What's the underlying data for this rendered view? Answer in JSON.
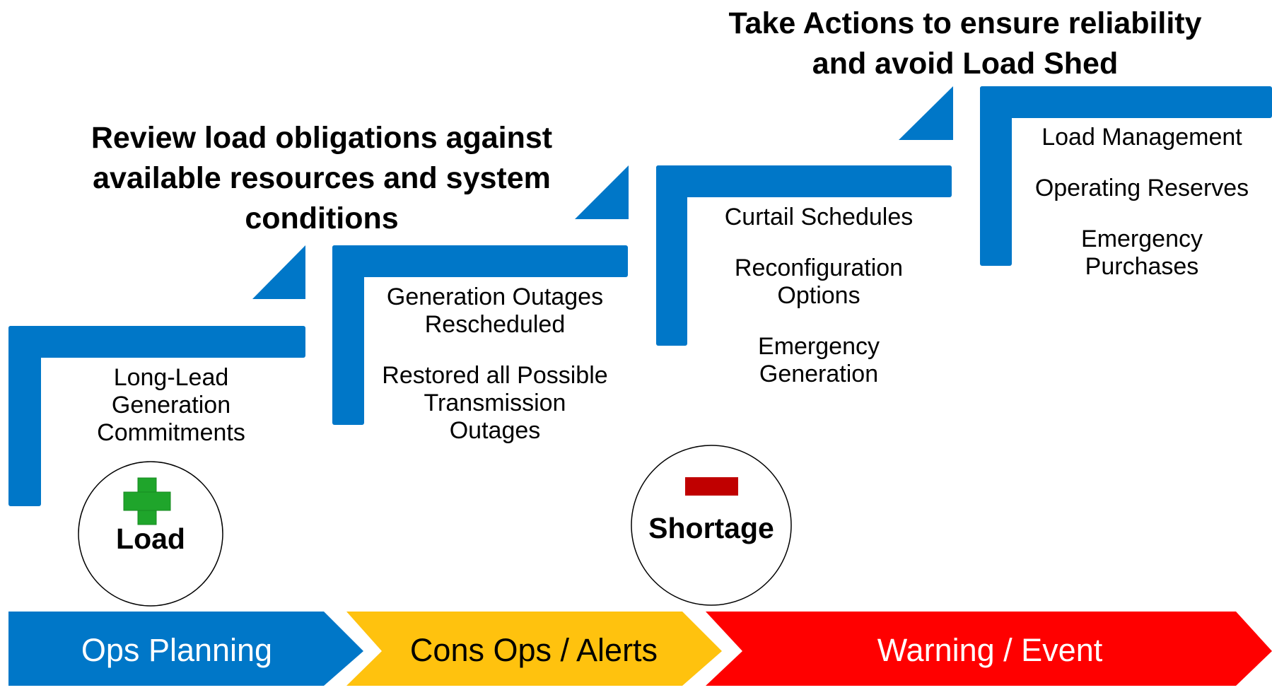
{
  "titles": {
    "review": [
      "Review  load obligations against",
      "available resources and system",
      "conditions"
    ],
    "take_actions": [
      "Take Actions to ensure reliability",
      "and avoid Load Shed"
    ]
  },
  "steps": [
    {
      "items": [
        [
          "Long-Lead",
          "Generation",
          "Commitments"
        ]
      ]
    },
    {
      "items": [
        [
          "Generation Outages",
          "Rescheduled"
        ],
        [
          "Restored all Possible",
          "Transmission",
          "Outages"
        ]
      ]
    },
    {
      "items": [
        [
          "Curtail Schedules"
        ],
        [
          "Reconfiguration",
          "Options"
        ],
        [
          "Emergency",
          "Generation"
        ]
      ]
    },
    {
      "items": [
        [
          "Load Management"
        ],
        [
          "Operating Reserves"
        ],
        [
          "Emergency",
          "Purchases"
        ]
      ]
    }
  ],
  "indicators": {
    "load": {
      "label": "Load",
      "icon": "plus-icon",
      "color": "#1fa52b"
    },
    "shortage": {
      "label": "Shortage",
      "icon": "minus-icon",
      "color": "#c00000"
    }
  },
  "stages": [
    {
      "label": "Ops Planning",
      "color": "#0077c8",
      "text_color": "#ffffff"
    },
    {
      "label": "Cons Ops / Alerts",
      "color": "#ffc20e",
      "text_color": "#000000"
    },
    {
      "label": "Warning / Event",
      "color": "#ff0000",
      "text_color": "#ffffff"
    }
  ],
  "colors": {
    "step_blue": "#0077c8"
  }
}
